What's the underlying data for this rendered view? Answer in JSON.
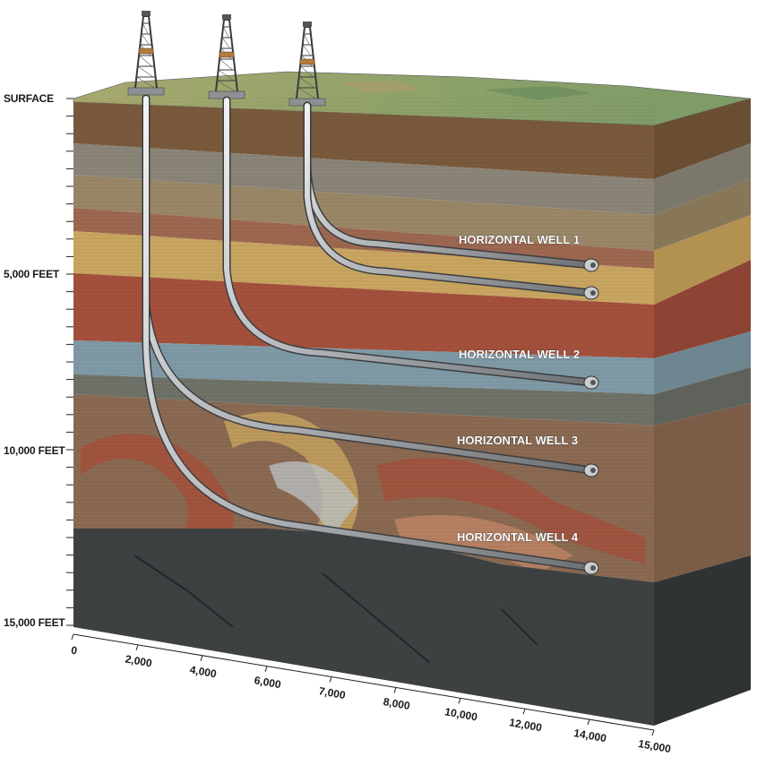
{
  "depth_axis": {
    "labels": [
      "SURFACE",
      "5,000 FEET",
      "10,000 FEET",
      "15,000 FEET"
    ]
  },
  "distance_axis": {
    "labels": [
      "0",
      "2,000",
      "4,000",
      "6,000",
      "7,000",
      "8,000",
      "10,000",
      "12,000",
      "14,000",
      "15,000"
    ]
  },
  "wells": [
    {
      "label": "HORIZONTAL WELL 1"
    },
    {
      "label": "HORIZONTAL WELL 2"
    },
    {
      "label": "HORIZONTAL WELL 3"
    },
    {
      "label": "HORIZONTAL WELL 4"
    }
  ],
  "colors": {
    "topsoil": "#7a5a3c",
    "sandstone": "#c9a560",
    "red_shale": "#a4503c",
    "blue_shale": "#7f9aa6",
    "gray_shale": "#8a8578",
    "basement_rock": "#3d4142",
    "pipe": "#b9bcbf",
    "grass": "#8fa26a"
  }
}
